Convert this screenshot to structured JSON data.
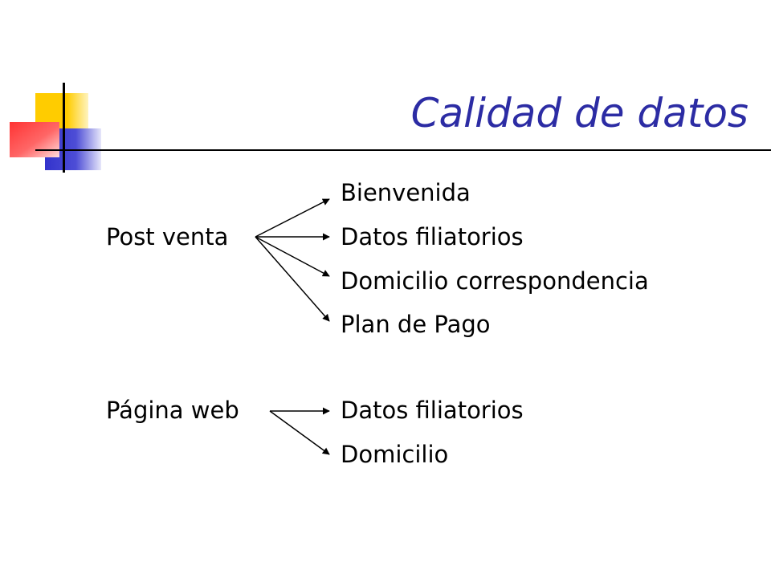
{
  "slide": {
    "title": "Calidad de datos",
    "groups": [
      {
        "source": "Post venta",
        "targets": [
          "Bienvenida",
          "Datos filiatorios",
          "Domicilio correspondencia",
          "Plan de Pago"
        ]
      },
      {
        "source": "Página web",
        "targets": [
          "Datos filiatorios",
          "Domicilio"
        ]
      }
    ]
  },
  "colors": {
    "title": "#2c2ca4",
    "logo_yellow": "#ffcc00",
    "logo_red": "#ff3333",
    "logo_blue": "#3333cc",
    "text": "#000000"
  }
}
